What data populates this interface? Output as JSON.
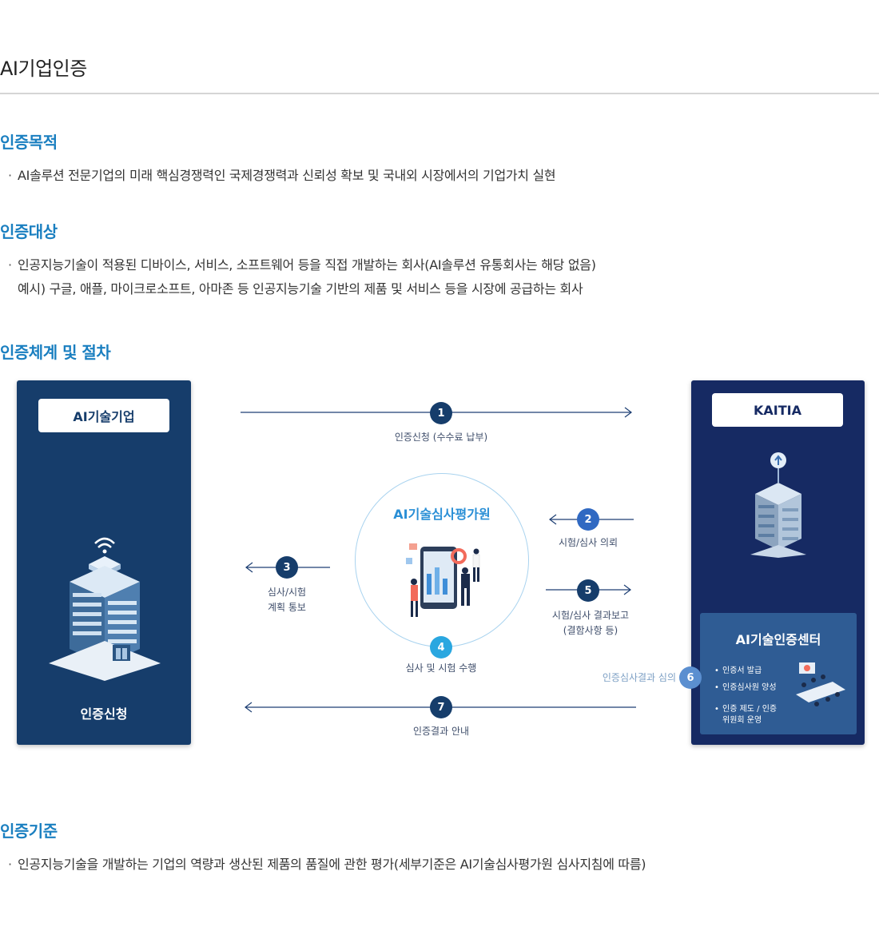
{
  "page": {
    "title": "AI기업인증"
  },
  "sections": {
    "purpose": {
      "heading": "인증목적",
      "lines": [
        "AI솔루션 전문기업의 미래 핵심경쟁력인 국제경쟁력과 신뢰성 확보 및 국내외 시장에서의 기업가치 실현"
      ]
    },
    "target": {
      "heading": "인증대상",
      "lines": [
        "인공지능기술이 적용된 디바이스, 서비스, 소프트웨어 등을 직접 개발하는 회사(AI솔루션 유통회사는 해당 없음)",
        "예시) 구글, 애플, 마이크로소프트, 아마존 등 인공지능기술 기반의 제품 및 서비스 등을 시장에 공급하는 회사"
      ]
    },
    "process": {
      "heading": "인증체계 및 절차"
    },
    "criteria": {
      "heading": "인증기준",
      "lines": [
        "인공지능기술을 개발하는 기업의 역량과 생산된 제품의 품질에 관한 평가(세부기준은 AI기술심사평가원 심사지침에 따름)"
      ]
    }
  },
  "bullet": "·",
  "diagram": {
    "left_panel": {
      "title": "AI기술기업",
      "bottom": "인증신청"
    },
    "right_panel": {
      "title": "KAITIA",
      "center_title": "AI기술인증센터",
      "items": [
        "인증서 발급",
        "인증심사원 양성",
        "인증 제도 / 인증",
        "위원회 운영"
      ]
    },
    "middle": {
      "title": "AI기술심사평가원"
    },
    "steps": [
      {
        "num": "1",
        "label": "인증신청 (수수료 납부)"
      },
      {
        "num": "2",
        "label": "시험/심사 의뢰"
      },
      {
        "num": "3",
        "label_lines": [
          "심사/시험",
          "계획 통보"
        ]
      },
      {
        "num": "4",
        "label": "심사 및 시험 수행"
      },
      {
        "num": "5",
        "label_lines": [
          "시험/심사 결과보고",
          "(결함사항 등)"
        ]
      },
      {
        "num": "6",
        "label": "인증심사결과 심의"
      },
      {
        "num": "7",
        "label": "인증결과 안내"
      }
    ],
    "colors": {
      "step_dark": "#163d6b",
      "step_mid": "#3069c2",
      "step_light": "#2aa7e0",
      "step_six": "#5b8fd0",
      "arrow": "#1d3f73"
    }
  }
}
